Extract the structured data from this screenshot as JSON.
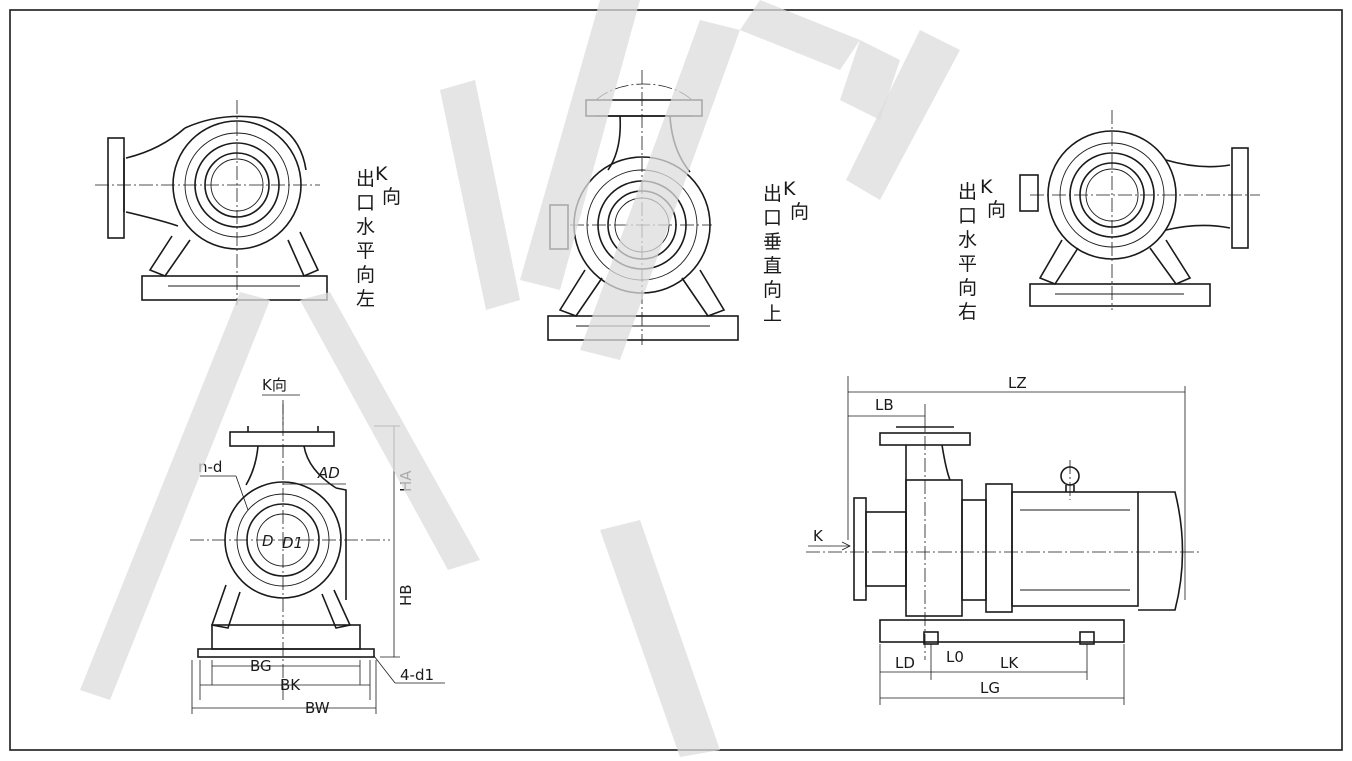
{
  "views": {
    "left": {
      "k": "K",
      "cn": [
        "向",
        "出",
        "口",
        "水",
        "平",
        "向",
        "左"
      ]
    },
    "center": {
      "k": "K",
      "cn": [
        "向",
        "出",
        "口",
        "垂",
        "直",
        "向",
        "上"
      ]
    },
    "right": {
      "k": "K",
      "cn": [
        "向",
        "出",
        "口",
        "水",
        "平",
        "向",
        "右"
      ]
    }
  },
  "front_view": {
    "k_label": "K向",
    "nd": "n-d",
    "ad": "AD",
    "d": "D",
    "d1": "D1",
    "ha": "HA",
    "hb": "HB",
    "bg": "BG",
    "bk": "BK",
    "bw": "BW",
    "holes": "4-d1"
  },
  "side_view": {
    "lz": "LZ",
    "lb": "LB",
    "k": "K",
    "ld": "LD",
    "l0": "L0",
    "lk": "LK",
    "lg": "LG"
  }
}
